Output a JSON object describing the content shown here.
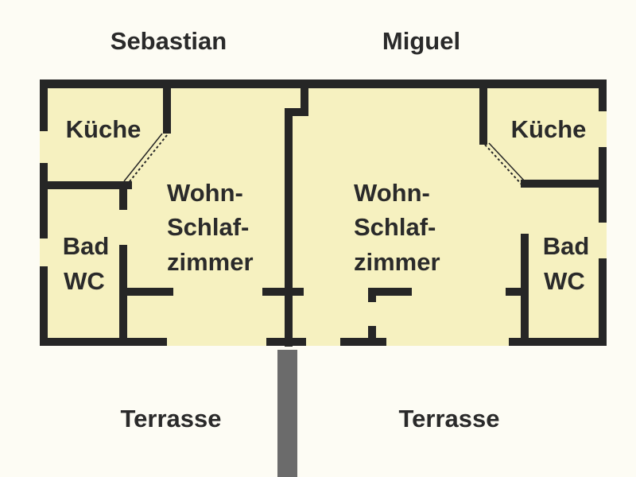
{
  "owners": {
    "left": "Sebastian",
    "right": "Miguel"
  },
  "rooms": {
    "left": {
      "kitchen": "Küche",
      "bath_line1": "Bad",
      "bath_line2": "WC",
      "living_line1": "Wohn-",
      "living_line2": "Schlaf-",
      "living_line3": "zimmer"
    },
    "right": {
      "kitchen": "Küche",
      "bath_line1": "Bad",
      "bath_line2": "WC",
      "living_line1": "Wohn-",
      "living_line2": "Schlaf-",
      "living_line3": "zimmer"
    }
  },
  "terraces": {
    "left": "Terrasse",
    "right": "Terrasse"
  },
  "colors": {
    "floor": "#f6f1c0",
    "wall": "#262626",
    "divider": "#6b6b6b"
  }
}
